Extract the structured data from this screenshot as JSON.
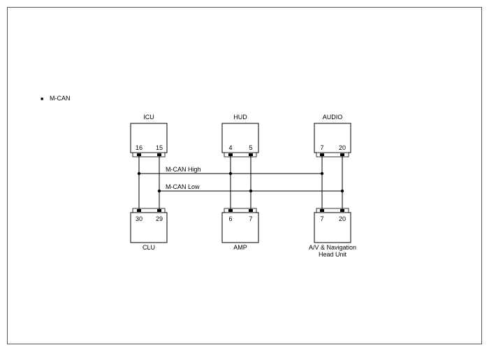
{
  "section": {
    "bullet": "■",
    "title": "M-CAN"
  },
  "modules": {
    "icu": {
      "name": "ICU",
      "pins": [
        "16",
        "15"
      ]
    },
    "hud": {
      "name": "HUD",
      "pins": [
        "4",
        "5"
      ]
    },
    "audio": {
      "name": "AUDIO",
      "pins": [
        "7",
        "20"
      ]
    },
    "clu": {
      "name": "CLU",
      "pins": [
        "30",
        "29"
      ]
    },
    "amp": {
      "name": "AMP",
      "pins": [
        "6",
        "7"
      ]
    },
    "av_head_unit": {
      "name_line1": "A/V & Navigation",
      "name_line2": "Head Unit",
      "pins": [
        "7",
        "20"
      ]
    }
  },
  "buses": {
    "high": "M-CAN High",
    "low": "M-CAN Low"
  },
  "colors": {
    "line": "#000000",
    "frame": "#555555"
  }
}
